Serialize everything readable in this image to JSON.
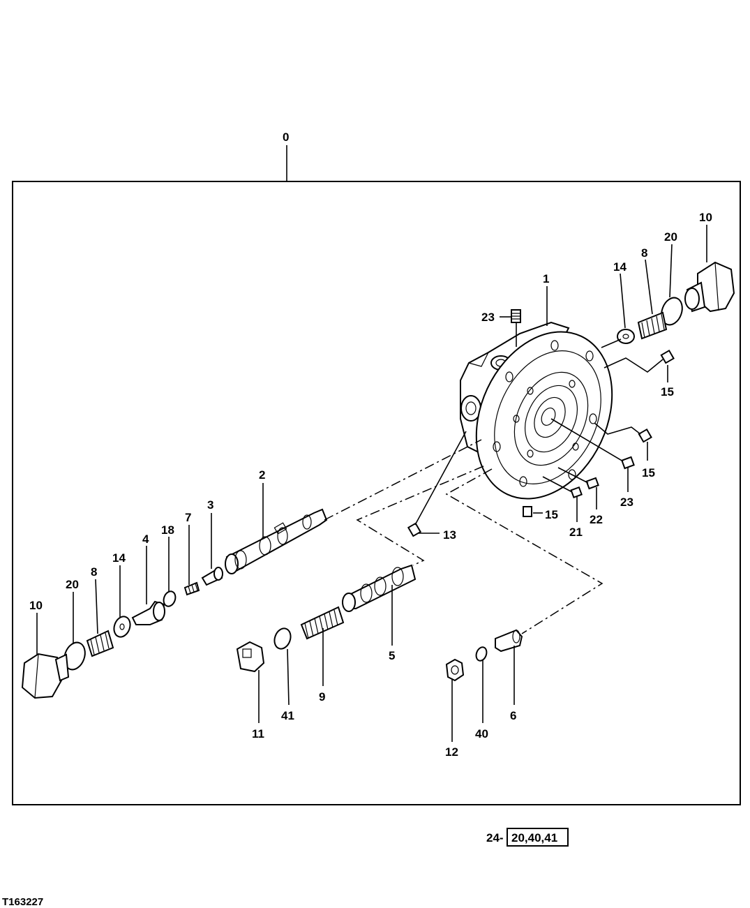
{
  "diagram": {
    "assembly_label": "0",
    "figure_id": "T163227",
    "reference": {
      "prefix": "24-",
      "boxed": "20,40,41"
    },
    "callouts": [
      {
        "id": "c-1",
        "text": "1"
      },
      {
        "id": "c-2",
        "text": "2"
      },
      {
        "id": "c-3",
        "text": "3"
      },
      {
        "id": "c-4",
        "text": "4"
      },
      {
        "id": "c-5",
        "text": "5"
      },
      {
        "id": "c-6",
        "text": "6"
      },
      {
        "id": "c-7",
        "text": "7"
      },
      {
        "id": "c-8a",
        "text": "8"
      },
      {
        "id": "c-8b",
        "text": "8"
      },
      {
        "id": "c-9",
        "text": "9"
      },
      {
        "id": "c-10a",
        "text": "10"
      },
      {
        "id": "c-10b",
        "text": "10"
      },
      {
        "id": "c-11",
        "text": "11"
      },
      {
        "id": "c-12",
        "text": "12"
      },
      {
        "id": "c-13",
        "text": "13"
      },
      {
        "id": "c-14a",
        "text": "14"
      },
      {
        "id": "c-14b",
        "text": "14"
      },
      {
        "id": "c-15a",
        "text": "15"
      },
      {
        "id": "c-15b",
        "text": "15"
      },
      {
        "id": "c-15c",
        "text": "15"
      },
      {
        "id": "c-18",
        "text": "18"
      },
      {
        "id": "c-20a",
        "text": "20"
      },
      {
        "id": "c-20b",
        "text": "20"
      },
      {
        "id": "c-21",
        "text": "21"
      },
      {
        "id": "c-22",
        "text": "22"
      },
      {
        "id": "c-23a",
        "text": "23"
      },
      {
        "id": "c-23b",
        "text": "23"
      },
      {
        "id": "c-40",
        "text": "40"
      },
      {
        "id": "c-41",
        "text": "41"
      }
    ]
  }
}
